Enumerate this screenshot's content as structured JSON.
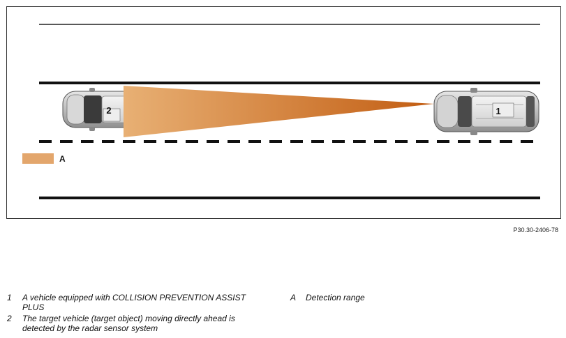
{
  "figure": {
    "vehicle_1_label": "1",
    "vehicle_2_label": "2",
    "detection_key_label": "A",
    "detection_color_start": "#e8b074",
    "detection_color_end": "#c25d12",
    "key_swatch_color": "#e3a66c"
  },
  "figure_code": "P30.30-2406-78",
  "legend": {
    "items": [
      {
        "key": "1",
        "text": "A vehicle equipped with COLLISION PREVENTION ASSIST PLUS"
      },
      {
        "key": "2",
        "text": "The target vehicle (target object) moving directly ahead is detected by the radar sensor system"
      },
      {
        "key": "A",
        "text": "Detection range"
      }
    ]
  }
}
